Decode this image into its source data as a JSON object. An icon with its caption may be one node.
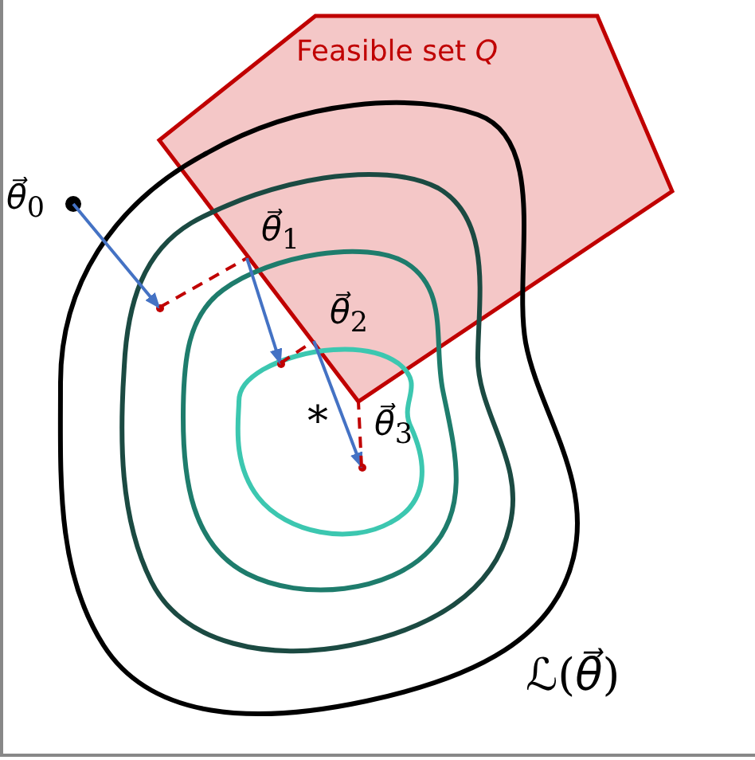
{
  "diagram": {
    "nodes": [
      {
        "text": [
          "Feasible set *Q*"
        ]
      },
      {
        "text": [
          "*θ⃗*$_{0}$"
        ]
      },
      {
        "text": [],
        "shape": "point"
      },
      {
        "text": [
          "*θ⃗*$_{1}$"
        ],
        "in": 0
      },
      {
        "text": [],
        "shape": "point"
      },
      {
        "text": [
          "*θ⃗*$_{2}$"
        ],
        "in": 0
      },
      {
        "text": [],
        "shape": "point"
      },
      {
        "text": [
          "*θ⃗*$_{3}$"
        ]
      }
    ],
    "edges": [
      {
        "from": 1,
        "to": 2,
        "arrow": "to"
      },
      {
        "from": 2,
        "to": 3,
        "arrow": "none",
        "style": "dashed",
        "color": "#c00000"
      },
      {
        "from": 3,
        "to": 4,
        "arrow": "to"
      },
      {
        "from": 4,
        "to": 5,
        "arrow": "none",
        "style": "dashed",
        "color": "#c00000"
      },
      {
        "from": 5,
        "to": 6,
        "arrow": "to"
      },
      {
        "from": 6,
        "to": 7,
        "arrow": "none",
        "style": "dashed",
        "color": "#c00000"
      }
    ],
    "labels": [
      "*",
      "ℒ(*θ⃗*)"
    ]
  }
}
